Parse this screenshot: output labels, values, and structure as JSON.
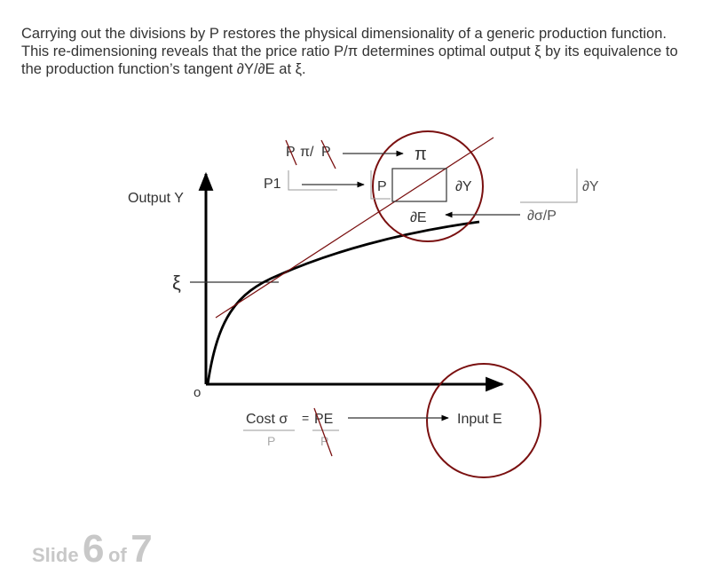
{
  "caption": "Carrying out the divisions by P restores the physical dimensionality of a generic production function. This re-dimensioning reveals that the price ratio P/π determines optimal output ξ by its equivalence to the production function’s tangent ∂Y/∂E at ξ.",
  "labels": {
    "output_y": "Output Y",
    "xi": "ξ",
    "origin": "o",
    "input_e": "Input E",
    "p_pi_over_p_p1": "P",
    "p_pi_over_p_mid": "π/",
    "p_pi_over_p_p2": "P",
    "p_one": "P1",
    "pi": "π",
    "p_box": "P",
    "dy_box": "∂Y",
    "de": "∂E",
    "dy_right": "∂Y",
    "dsigma_over_p": "∂σ/P",
    "cost": "Cost σ",
    "equals": "=",
    "pe": "PE",
    "p_under_cost": "P",
    "p_under_pe": "P"
  },
  "footer": {
    "slide_word": "Slide",
    "slide_num": "6",
    "of_word": "of",
    "total": "7"
  },
  "colors": {
    "circle": "#7a1010",
    "tangent": "#7a1010",
    "text": "#333333",
    "footer": "#c8c8c8"
  }
}
